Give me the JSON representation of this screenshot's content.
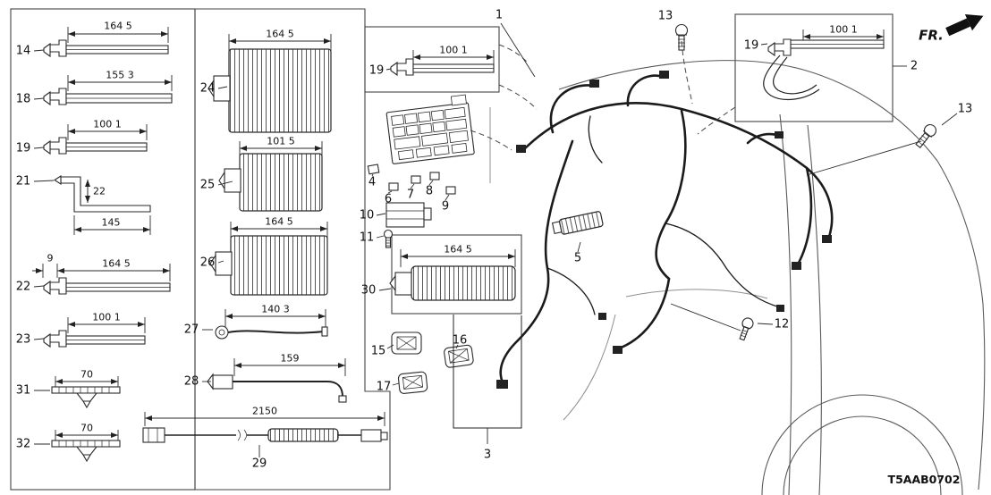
{
  "meta": {
    "part_code": "T5AAB0702",
    "fr_label": "FR."
  },
  "parts": {
    "p14": {
      "num": "14",
      "dim": "164 5"
    },
    "p18": {
      "num": "18",
      "dim": "155 3"
    },
    "p19_left": {
      "num": "19",
      "dim": "100 1"
    },
    "p21": {
      "num": "21",
      "dim_vertical": "22",
      "dim_horizontal": "145"
    },
    "p22": {
      "num": "22",
      "dim_small": "9",
      "dim": "164 5"
    },
    "p23": {
      "num": "23",
      "dim": "100 1"
    },
    "p24": {
      "num": "24",
      "dim": "164 5"
    },
    "p25": {
      "num": "25",
      "dim": "101 5"
    },
    "p26": {
      "num": "26",
      "dim": "164 5"
    },
    "p27": {
      "num": "27",
      "dim": "140 3"
    },
    "p28": {
      "num": "28",
      "dim": "159"
    },
    "p29": {
      "num": "29",
      "dim": "2150"
    },
    "p30": {
      "num": "30",
      "dim": "164 5"
    },
    "p31": {
      "num": "31",
      "dim": "70"
    },
    "p32": {
      "num": "32",
      "dim": "70"
    },
    "p19_mid": {
      "num": "19",
      "dim": "100 1"
    },
    "p19_box2": {
      "num": "19",
      "dim": "100 1"
    },
    "c1": "1",
    "c2": "2",
    "c3": "3",
    "c4": "4",
    "c5": "5",
    "c6": "6",
    "c7": "7",
    "c8": "8",
    "c9": "9",
    "c10": "10",
    "c11": "11",
    "c12": "12",
    "c13_top": "13",
    "c13_right": "13",
    "c15": "15",
    "c16": "16",
    "c17": "17"
  }
}
